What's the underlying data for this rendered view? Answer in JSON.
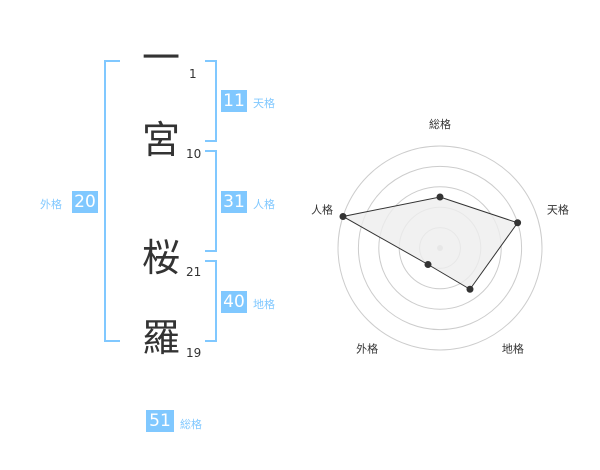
{
  "name": {
    "chars": [
      {
        "char": "一",
        "strokes": "1"
      },
      {
        "char": "宮",
        "strokes": "10"
      },
      {
        "char": "桜",
        "strokes": "21"
      },
      {
        "char": "羅",
        "strokes": "19"
      }
    ]
  },
  "fortunes": {
    "tenkaku": {
      "label": "天格",
      "value": "11"
    },
    "jinkaku": {
      "label": "人格",
      "value": "31"
    },
    "chikaku": {
      "label": "地格",
      "value": "40"
    },
    "gaikaku": {
      "label": "外格",
      "value": "20"
    },
    "soukaku": {
      "label": "総格",
      "value": "51"
    }
  },
  "chart_data": {
    "type": "radar",
    "axes": [
      "総格",
      "天格",
      "地格",
      "外格",
      "人格"
    ],
    "values": [
      2.5,
      4,
      2.5,
      1,
      5
    ],
    "max": 5,
    "grid": true,
    "colors": {
      "fill": "#eeeeee",
      "stroke": "#333333",
      "grid": "#cccccc"
    }
  },
  "colors": {
    "accent": "#80c8ff"
  }
}
